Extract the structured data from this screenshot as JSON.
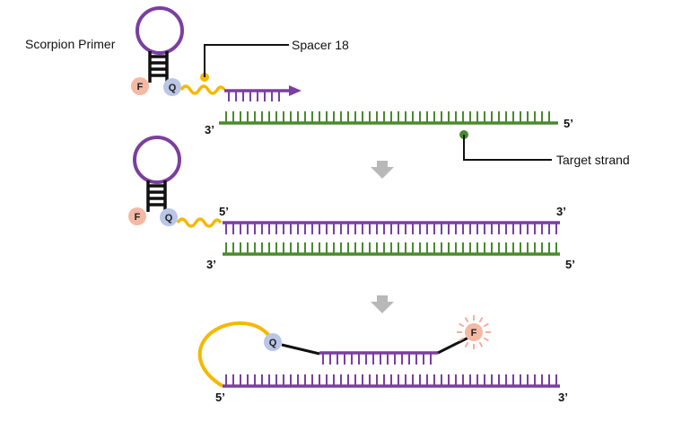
{
  "labels": {
    "scorpion_primer": "Scorpion Primer",
    "spacer": "Spacer 18",
    "target_strand": "Target strand"
  },
  "strand_ends": {
    "three_prime": "3’",
    "five_prime": "5’"
  },
  "molecules": {
    "fluorophore": "F",
    "quencher": "Q"
  },
  "colors": {
    "primer_strand": "#7b3fa0",
    "target_strand": "#4a8a2f",
    "spacer_linker": "#f5b800",
    "stem": "#111111",
    "fluorophore_fill": "#f4b9a4",
    "quencher_fill": "#b9c6e6",
    "arrow": "#b8b8b8",
    "pointer_dot_target": "#4a8a2f",
    "pointer_dot_spacer": "#f5b800"
  },
  "icons": {
    "step_arrow": "down-arrow-icon",
    "fluorescence": "starburst-icon"
  }
}
